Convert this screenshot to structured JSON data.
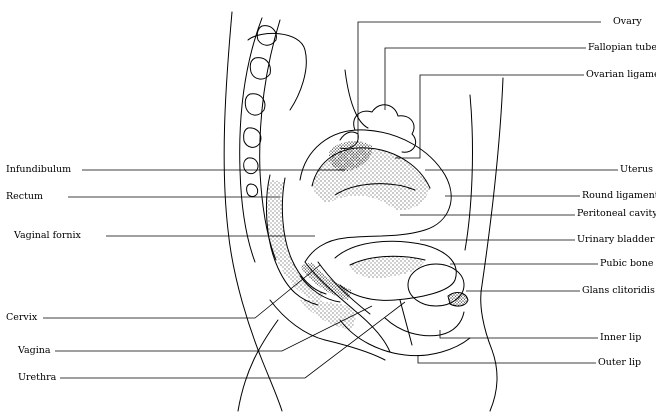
{
  "diagram": {
    "colors": {
      "line": "#000000",
      "background": "#ffffff"
    },
    "labels": {
      "ovary": "Ovary",
      "fallopian_tube": "Fallopian tube",
      "ovarian_ligament": "Ovarian ligament",
      "infundibulum": "Infundibulum",
      "rectum": "Rectum",
      "vaginal_fornix": "Vaginal fornix",
      "cervix": "Cervix",
      "vagina": "Vagina",
      "urethra": "Urethra",
      "uterus": "Uterus",
      "round_ligament": "Round ligament",
      "peritoneal_cavity": "Peritoneal cavity",
      "urinary_bladder": "Urinary bladder",
      "pubic_bone": "Pubic bone",
      "glans_clitoridis": "Glans clitoridis",
      "inner_lip": "Inner lip",
      "outer_lip": "Outer lip"
    }
  }
}
